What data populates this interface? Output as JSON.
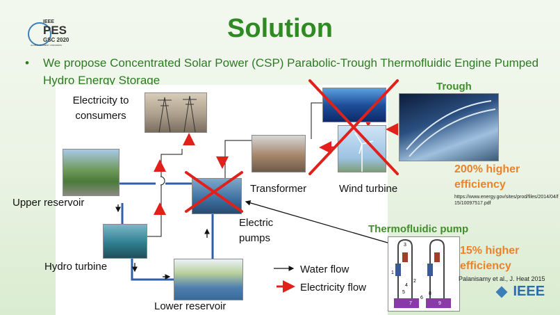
{
  "logo": {
    "text1": "IEEE",
    "text2": "PES",
    "text3": "GSC 2020",
    "text4": "GLOBAL STUDENT CONGRESS"
  },
  "title": "Solution",
  "bullet": {
    "symbol": "•",
    "text": "We propose Concentrated Solar Power (CSP) Parabolic-Trough Thermofluidic Engine Pumped Hydro Energy Storage"
  },
  "diagram": {
    "electricity_to_consumers": "Electricity to consumers",
    "transformer": "Transformer",
    "wind_turbine": "Wind turbine",
    "upper_reservoir": "Upper reservoir",
    "electric_pumps": "Electric pumps",
    "hydro_turbine": "Hydro turbine",
    "lower_reservoir": "Lower reservoir",
    "legend_water": "Water flow",
    "legend_electricity": "Electricity flow"
  },
  "trough": {
    "heading": "Trough",
    "efficiency": "200% higher efficiency",
    "source_url": "https://www.energy.gov/sites/prod/files/2014/04/f15/10097517.pdf"
  },
  "thermo": {
    "heading": "Thermofluidic pump",
    "efficiency": "15% higher efficiency",
    "citation": "Palanisamy et al., J. Heat 2015",
    "pump_numbers": [
      "3",
      "1",
      "2",
      "4",
      "5",
      "6",
      "7",
      "8",
      "9"
    ]
  },
  "footer_logo": "IEEE",
  "colors": {
    "accent": "#2f8a23",
    "orange": "#e8832b",
    "cross": "#e0211b",
    "pipe": "#2f5fa8"
  }
}
